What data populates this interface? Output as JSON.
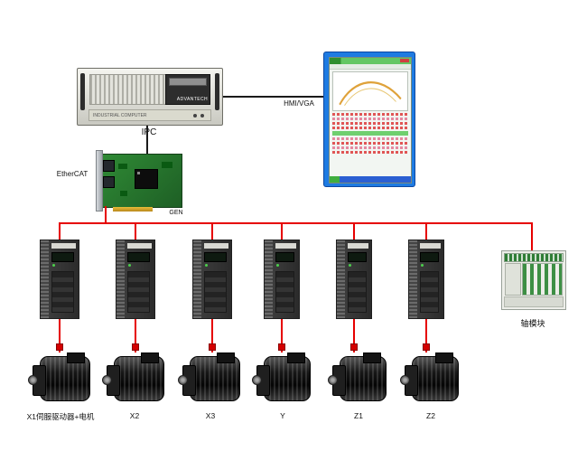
{
  "diagram": {
    "ipc": {
      "label": "IPC",
      "brand": "ADVANTECH",
      "panel_text": "INDUSTRIAL COMPUTER"
    },
    "connections": {
      "hmi_vga": "HMI/VGA",
      "ethercat": "EtherCAT",
      "card_label": "GEN"
    },
    "axis_module": {
      "label": "轴模块"
    },
    "axes": [
      {
        "label": "X1伺服驱动器+电机"
      },
      {
        "label": "X2"
      },
      {
        "label": "X3"
      },
      {
        "label": "Y"
      },
      {
        "label": "Z1"
      },
      {
        "label": "Z2"
      }
    ],
    "colors": {
      "line_black": "#1a1a1a",
      "line_red": "#e60000",
      "monitor_frame": "#1e7be2",
      "pcb_green": "#2f8a35"
    }
  }
}
